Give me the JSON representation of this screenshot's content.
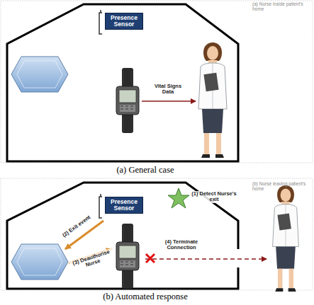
{
  "diagram": {
    "nodes": [
      {
        "text": [
          "Presence Sensor"
        ]
      },
      {
        "text": [
          "Presence Sensor"
        ]
      }
    ],
    "labels": [
      "(a) Nurse inside patient's home",
      "Vital Signs Data",
      "(b) Nurse leaving patient's home",
      "(1) Detect Nurse's exit",
      "(2) Exit event",
      "(3) Deauthorise Nurse",
      "(4) Terminate Connection",
      "(a) General case",
      "(b) Automated response"
    ]
  }
}
